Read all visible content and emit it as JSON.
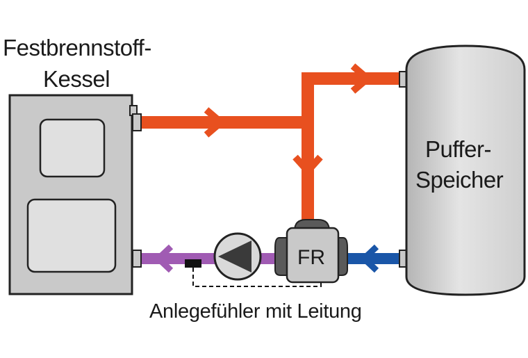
{
  "boiler": {
    "label_line1": "Festbrennstoff-",
    "label_line2": "Kessel"
  },
  "buffer": {
    "label_line1": "Puffer-",
    "label_line2": "Speicher"
  },
  "controller": {
    "label": "FR"
  },
  "sensor": {
    "caption": "Anlegefühler mit Leitung"
  },
  "colors": {
    "supply_pipe": "#e8501f",
    "return_to_boiler": "#a05bb3",
    "return_from_buffer": "#1a56a8",
    "device_fill": "#c9c9c9",
    "outline": "#222222"
  },
  "icons": [
    "boiler",
    "buffer-tank",
    "pump-icon",
    "mixing-valve-fr",
    "surface-sensor-icon",
    "flow-arrow-icon"
  ]
}
